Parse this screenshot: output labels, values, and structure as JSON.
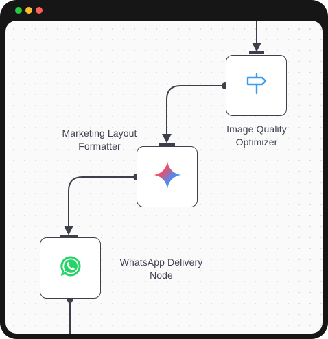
{
  "window": {
    "controls": [
      {
        "name": "close",
        "color": "#ff5f57"
      },
      {
        "name": "minimize",
        "color": "#febc2e"
      },
      {
        "name": "maximize",
        "color": "#28c840"
      }
    ]
  },
  "workflow": {
    "nodes": [
      {
        "id": "image-quality-optimizer",
        "label": "Image Quality\nOptimizer",
        "icon": "signpost-icon",
        "icon_color": "#3b9cf0"
      },
      {
        "id": "marketing-layout-formatter",
        "label": "Marketing Layout\nFormatter",
        "icon": "gemini-sparkle-icon"
      },
      {
        "id": "whatsapp-delivery-node",
        "label": "WhatsApp Delivery\nNode",
        "icon": "whatsapp-icon",
        "icon_color": "#25d366"
      }
    ],
    "edges": [
      {
        "from": "upstream",
        "to": "image-quality-optimizer"
      },
      {
        "from": "image-quality-optimizer",
        "to": "marketing-layout-formatter"
      },
      {
        "from": "marketing-layout-formatter",
        "to": "whatsapp-delivery-node"
      },
      {
        "from": "whatsapp-delivery-node",
        "to": "downstream"
      }
    ]
  }
}
